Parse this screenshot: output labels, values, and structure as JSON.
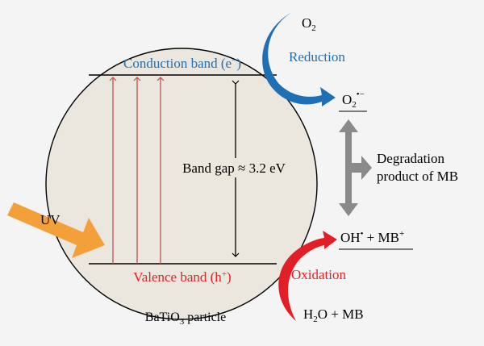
{
  "particle": {
    "conduction_band": "Conduction band (e",
    "conduction_sup": "−",
    "valence_band": "Valence band (h",
    "valence_sup": "+",
    "band_gap": "Band gap ≈ 3.2 eV",
    "uv": "UV",
    "caption_pre": "BaTiO",
    "caption_sub": "3",
    "caption_post": " particle"
  },
  "reduction": {
    "label": "Reduction",
    "reactant_base": "O",
    "reactant_sub": "2",
    "product_base": "O",
    "product_sub": "2",
    "product_sup": "•−"
  },
  "degradation": {
    "line1": "Degradation",
    "line2": "product of MB"
  },
  "oxidation": {
    "label": "Oxidation",
    "product_oh": "OH",
    "product_oh_sup": "•",
    "product_mb": " + MB",
    "product_mb_sup": "+",
    "reactant_h": "H",
    "reactant_h_sub": "2",
    "reactant_rest": "O + MB"
  },
  "colors": {
    "particle_fill": "#ebe7de",
    "blue": "#1f6fb5",
    "red": "#e21f26",
    "orange": "#f4a03a",
    "gray": "#8a8a8a",
    "excite": "#c0504d"
  }
}
